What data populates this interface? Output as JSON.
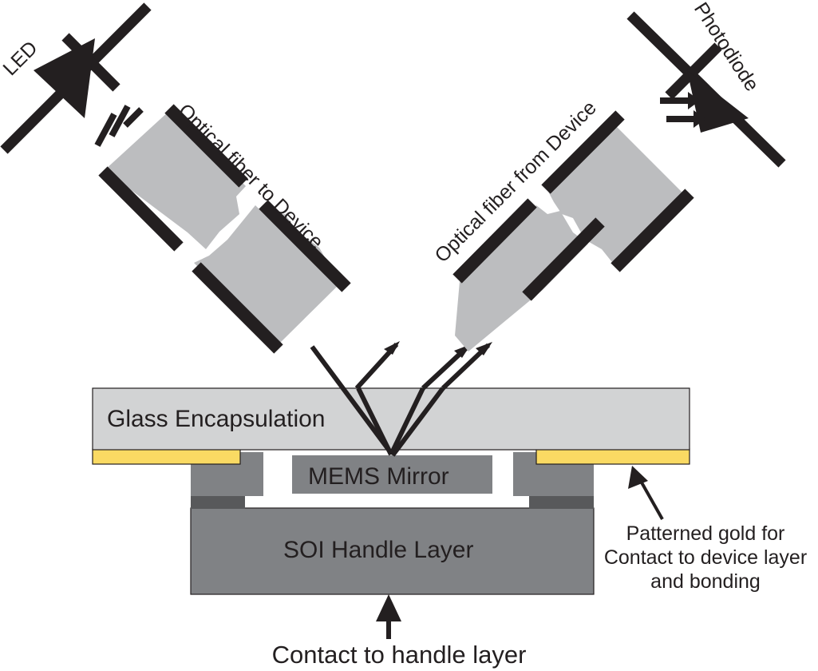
{
  "figure": {
    "title": "MEMS mirror optical package cross-section",
    "background": "#ffffff"
  },
  "colors": {
    "ink": "#231f20",
    "glass": "#d2d3d4",
    "fiber_fill": "#bcbdbf",
    "silicon_gray": "#808285",
    "oxide_dark": "#58595b",
    "gold": "#fada63",
    "outline": "#231f20"
  },
  "components": {
    "led": {
      "label": "LED",
      "icon": "diode-symbol",
      "emission_icon": "light-rays-icon"
    },
    "photodiode": {
      "label": "Photodiode",
      "icon": "diode-symbol",
      "incidence_icon": "incoming-light-arrows-icon"
    },
    "fiber_in": {
      "label": "Optical fiber to Device",
      "break_icon": "fiber-break-icon"
    },
    "fiber_out": {
      "label": "Optical fiber from Device",
      "break_icon": "fiber-break-icon"
    },
    "glass": {
      "label": "Glass Encapsulation"
    },
    "mirror": {
      "label": "MEMS Mirror"
    },
    "handle": {
      "label": "SOI Handle Layer"
    },
    "gold_left": {
      "label": "patterned-gold-left"
    },
    "gold_right": {
      "label": "patterned-gold-right"
    },
    "rays": {
      "label": "optical-ray-path"
    }
  },
  "annotations": {
    "gold_caption": {
      "lines": [
        "Patterned gold for",
        "Contact to device layer",
        "and bonding"
      ],
      "line1": "Patterned gold for",
      "line2": "Contact to device layer",
      "line3": "and bonding",
      "arrow_icon": "callout-arrow-icon"
    },
    "handle_caption": {
      "text": "Contact to handle layer",
      "arrow_icon": "callout-arrow-icon"
    }
  }
}
